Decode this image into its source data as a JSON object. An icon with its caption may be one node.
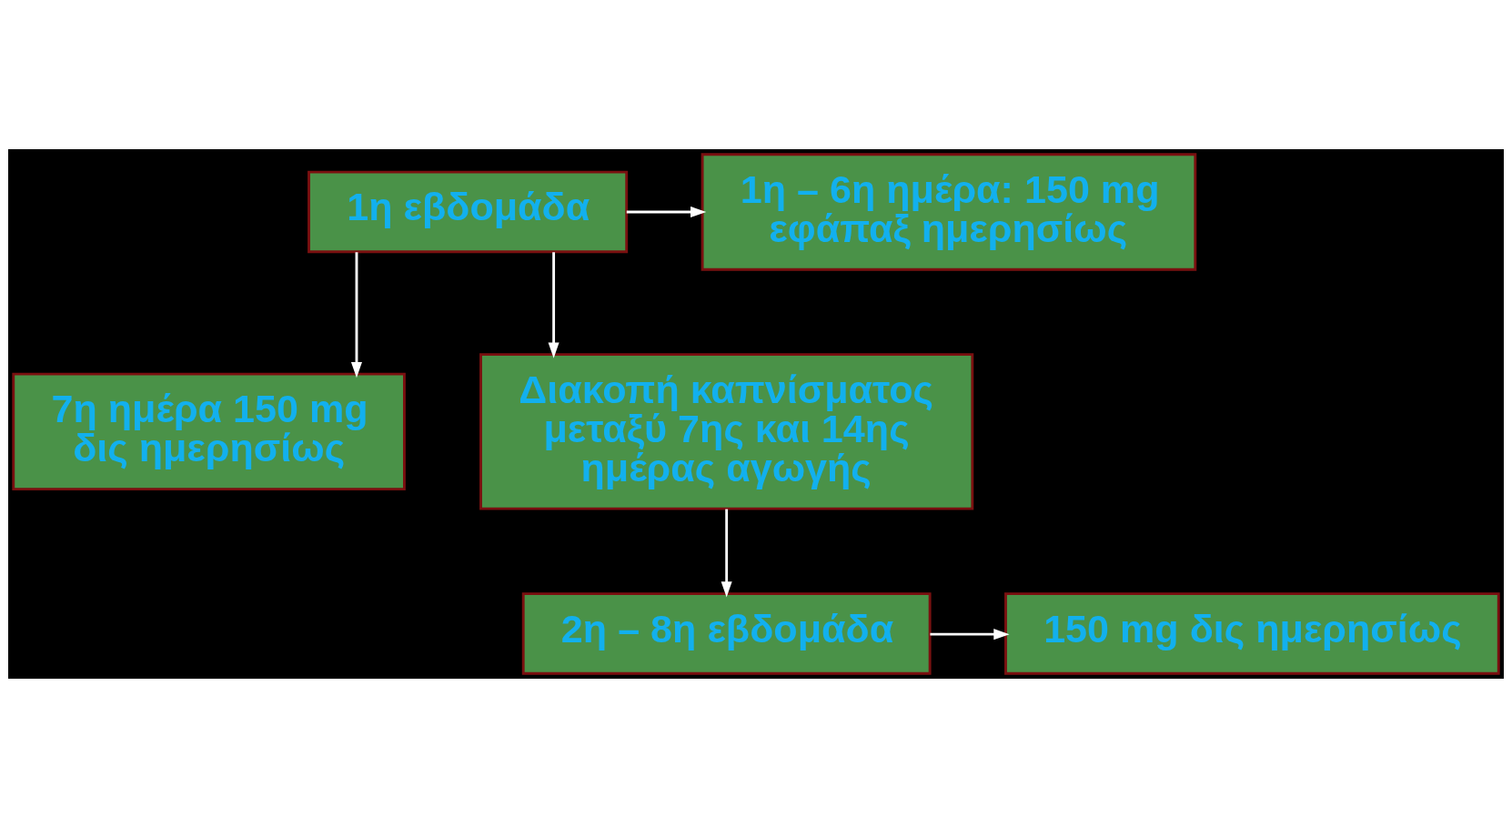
{
  "diagram": {
    "nodes": [
      {
        "text": [
          "1η εβδομάδα"
        ]
      },
      {
        "text": [
          "1η – 6η ημέρα: 150 mg εφάπαξ ημερησίως"
        ]
      },
      {
        "text": [
          "7η ημέρα 150 mg δις ημερησίως"
        ]
      },
      {
        "text": [
          "Διακοπή καπνίσματος μεταξύ 7ης και 14ης ημέρας αγωγής"
        ]
      },
      {
        "text": [
          "2η – 8η εβδομάδα"
        ]
      },
      {
        "text": [
          "150 mg δις ημερησίως"
        ]
      }
    ],
    "edges": [
      {
        "from": 0,
        "to": 1,
        "arrow": "to"
      },
      {
        "from": 0,
        "to": 2,
        "arrow": "to"
      },
      {
        "from": 0,
        "to": 3,
        "arrow": "to"
      },
      {
        "from": 3,
        "to": 4,
        "arrow": "to"
      },
      {
        "from": 4,
        "to": 5,
        "arrow": "to"
      }
    ]
  }
}
